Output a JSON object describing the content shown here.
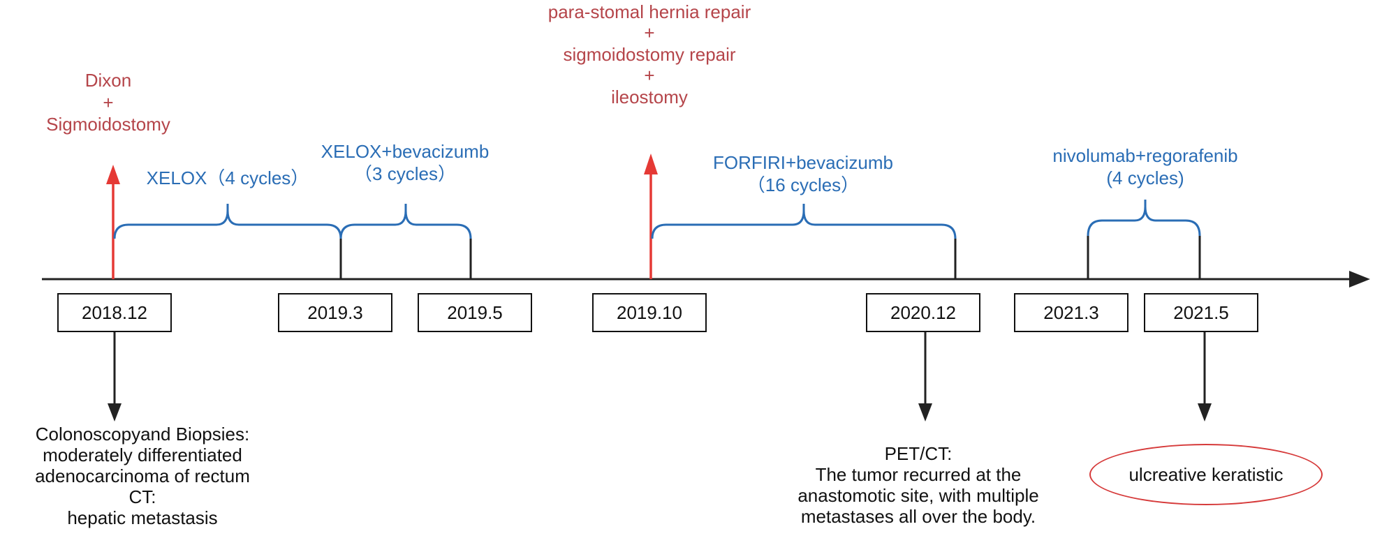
{
  "surgeries": {
    "first": [
      "Dixon",
      "+",
      "Sigmoidostomy"
    ],
    "second": [
      "para-stomal hernia repair",
      "+",
      "sigmoidostomy repair",
      "+",
      "ileostomy"
    ]
  },
  "regimens": {
    "xelox": "XELOX（4 cycles）",
    "xelox_bev": [
      "XELOX+bevacizumb",
      "（3 cycles）"
    ],
    "forfiri": [
      "FORFIRI+bevacizumb",
      "（16 cycles）"
    ],
    "nivo": [
      "nivolumab+regorafenib",
      "(4 cycles)"
    ]
  },
  "dates": [
    "2018.12",
    "2019.3",
    "2019.5",
    "2019.10",
    "2020.12",
    "2021.3",
    "2021.5"
  ],
  "findings": {
    "first": [
      "Colonoscopyand Biopsies:",
      "moderately differentiated",
      "adenocarcinoma of  rectum",
      "CT:",
      "hepatic metastasis"
    ],
    "second": [
      "PET/CT:",
      "The tumor recurred at the",
      "anastomotic site, with multiple",
      "metastases all over the body."
    ],
    "third": "ulcreative keratistic"
  },
  "colors": {
    "surgery": "#b5454a",
    "surgery_arrow": "#e53935",
    "regimen": "#2a6db5",
    "axis": "#222222",
    "oval": "#d63a3a"
  }
}
